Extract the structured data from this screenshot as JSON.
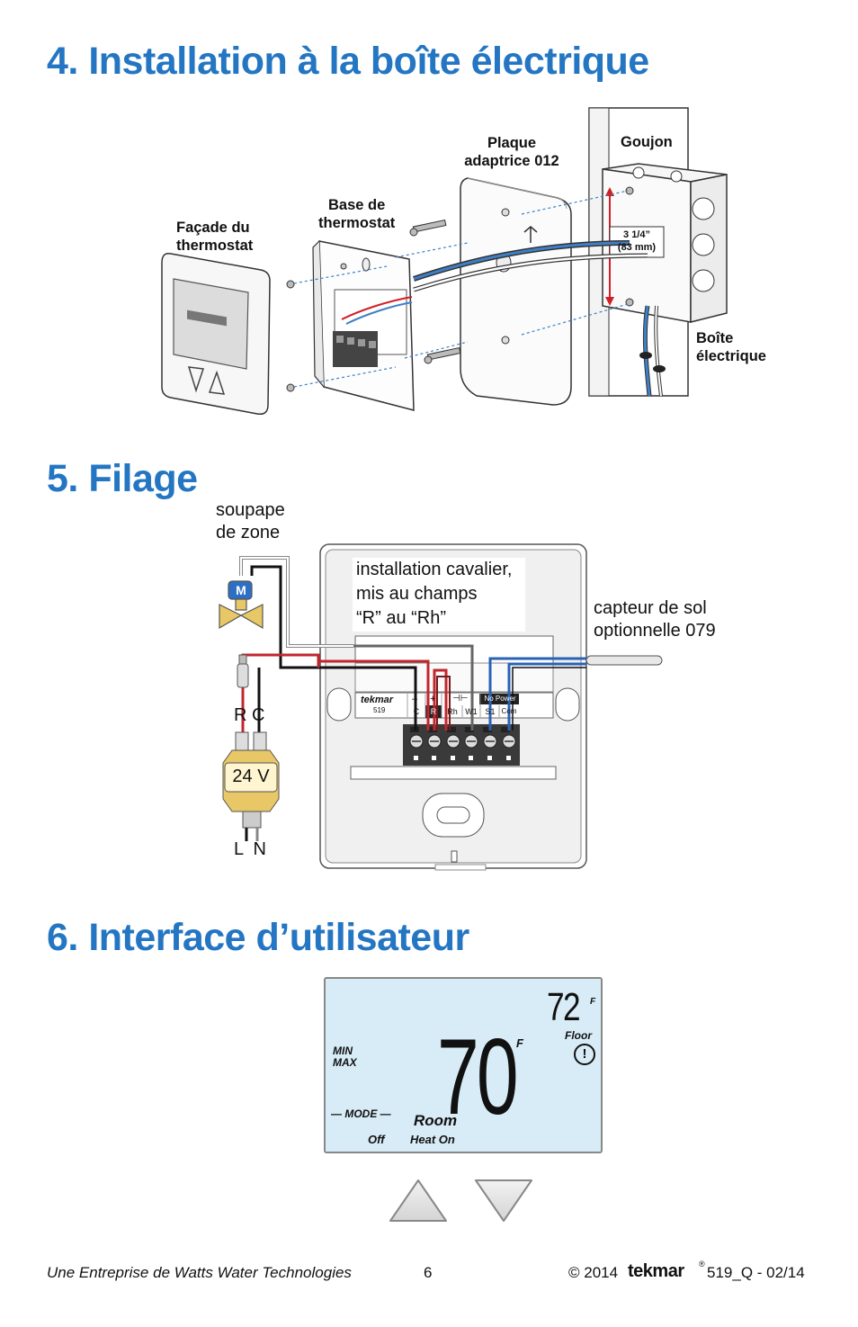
{
  "sections": {
    "install": {
      "number": "4.",
      "title": "Installation à la boîte électrique"
    },
    "wiring": {
      "number": "5.",
      "title": "Filage"
    },
    "interface": {
      "number": "6.",
      "title": "Interface d’utilisateur"
    }
  },
  "install_labels": {
    "facade": [
      "Façade du",
      "thermostat"
    ],
    "base": [
      "Base de",
      "thermostat"
    ],
    "plate": [
      "Plaque",
      "adaptrice 012"
    ],
    "stud": "Goujon",
    "box": [
      "Boîte",
      "électrique"
    ],
    "dimension": [
      "3 1/4”",
      "(83 mm)"
    ]
  },
  "wiring_labels": {
    "valve": [
      "soupape",
      "de zone"
    ],
    "jumper": [
      "installation cavalier,",
      "mis au champs",
      "“R” au “Rh”"
    ],
    "sensor": [
      "capteur de sol",
      "optionnelle 079"
    ],
    "transformer": "24 V",
    "rc": "R C",
    "ln": "L  N",
    "motor_badge": "M",
    "terminal_brand": "tekmar",
    "terminal_model": "519",
    "terminals": [
      "C",
      "R",
      "Rh",
      "W1",
      "S1",
      "Com"
    ],
    "terminal_symbols": [
      "–",
      "+",
      "⊣⊢"
    ],
    "no_power": "No Power"
  },
  "display": {
    "main_temp": "70",
    "main_unit": "F",
    "floor_temp": "72",
    "floor_unit": "F",
    "floor_label": "Floor",
    "min_label": "MIN",
    "max_label": "MAX",
    "mode_label": "— MODE —",
    "mode_value": "Off",
    "zone_label": "Room",
    "status": "Heat On",
    "warning_symbol": "!"
  },
  "footer": {
    "company": "Une Entreprise de Watts Water Technologies",
    "page": "6",
    "copyright": "© 2014",
    "brand": "tekmar",
    "doc_code": "519_Q - 02/14"
  }
}
